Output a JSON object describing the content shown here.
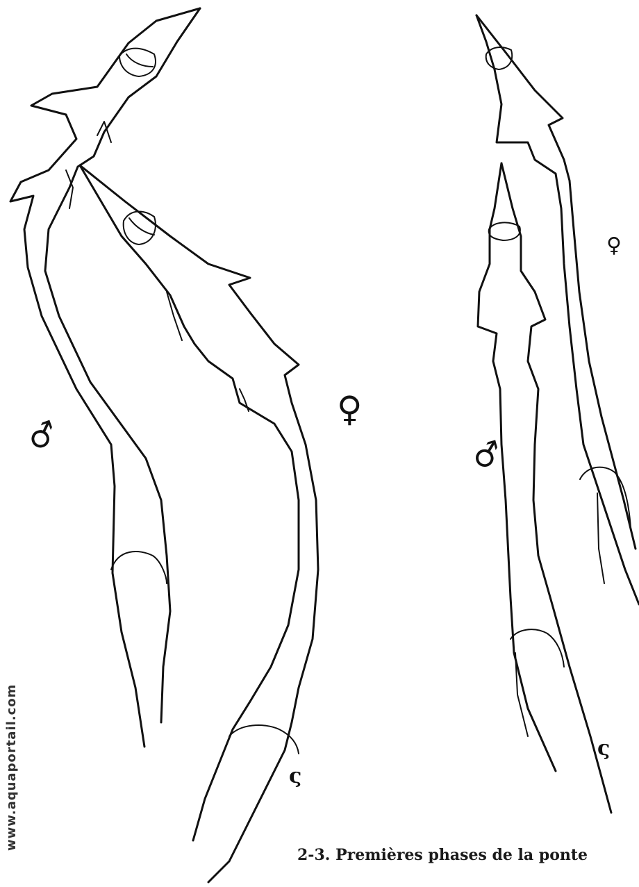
{
  "caption": "2-3. Premières phases de la ponte",
  "watermark": "www.aquaportail.com",
  "symbols": {
    "male_left": "♂",
    "female_left": "♀",
    "male_right": "♂",
    "female_right": "♀",
    "substrate_left": "ς",
    "substrate_right": "ς"
  }
}
